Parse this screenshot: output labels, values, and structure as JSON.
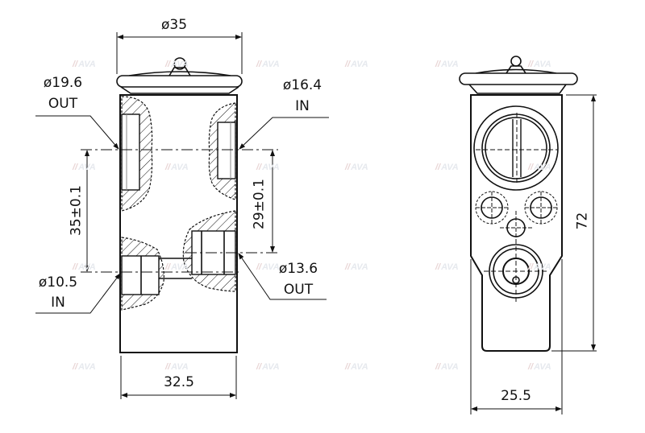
{
  "drawing": {
    "subject": "Expansion valve technical drawing",
    "line_color": "#111111",
    "background": "#ffffff",
    "watermark_text": "AVA",
    "watermark_color": "#e6e9ee"
  },
  "front_view": {
    "top_diameter": "ø35",
    "port_upper_left": {
      "size": "ø19.6",
      "direction": "OUT"
    },
    "port_upper_right": {
      "size": "ø16.4",
      "direction": "IN"
    },
    "port_lower_left": {
      "size": "ø10.5",
      "direction": "IN"
    },
    "port_lower_right": {
      "size": "ø13.6",
      "direction": "OUT"
    },
    "left_spacing": "35±0.1",
    "right_spacing": "29±0.1",
    "body_width": "32.5"
  },
  "side_view": {
    "height": "72",
    "width": "25.5"
  }
}
